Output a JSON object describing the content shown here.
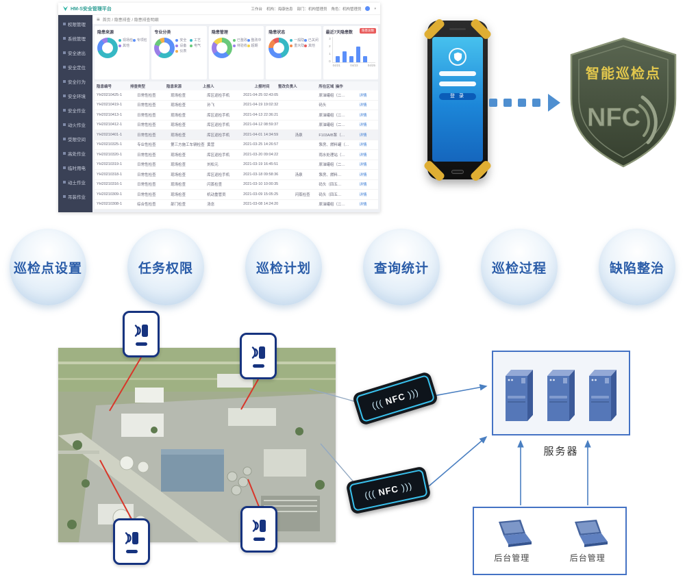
{
  "dashboard": {
    "logo": "HM-S安全管理平台",
    "topbar": {
      "workbench": "工作台",
      "org": "机构：海康信息",
      "dept": "部门：机构管理员",
      "role": "角色：机构管理员"
    },
    "breadcrumb": "首页 / 隐患排查 / 隐患排查明细",
    "sidebar": [
      "权限管理",
      "系统管理",
      "安全进出",
      "安全定位",
      "安全行为",
      "安全环境",
      "安全作业",
      "动火作业",
      "受限空间",
      "高处作业",
      "临时用电",
      "动土作业",
      "吊装作业"
    ],
    "panels": [
      {
        "title": "隐患来源",
        "segments": [
          {
            "label": "现场检查",
            "value": 70,
            "color": "#36b8c4"
          },
          {
            "label": "专项检查",
            "value": 20,
            "color": "#5b8ff9"
          },
          {
            "label": "其他",
            "value": 10,
            "color": "#9a7fe8"
          }
        ]
      },
      {
        "title": "专业分类",
        "segments": [
          {
            "label": "安全",
            "value": 35,
            "color": "#5b8ff9"
          },
          {
            "label": "工艺",
            "value": 25,
            "color": "#36b8c4"
          },
          {
            "label": "设备",
            "value": 20,
            "color": "#9a7fe8"
          },
          {
            "label": "电气",
            "value": 12,
            "color": "#69c87a"
          },
          {
            "label": "仪表",
            "value": 8,
            "color": "#f2b04b"
          }
        ]
      },
      {
        "title": "隐患管理",
        "segments": [
          {
            "label": "已整改",
            "value": 38,
            "color": "#69c87a"
          },
          {
            "label": "整改中",
            "value": 27,
            "color": "#5b8ff9"
          },
          {
            "label": "待验收",
            "value": 20,
            "color": "#9a7fe8"
          },
          {
            "label": "超期",
            "value": 15,
            "color": "#f2d34b"
          }
        ]
      },
      {
        "title": "隐患状态",
        "segments": [
          {
            "label": "一般隐患",
            "value": 45,
            "color": "#36b8c4"
          },
          {
            "label": "已关闭",
            "value": 30,
            "color": "#5b8ff9"
          },
          {
            "label": "重大隐患",
            "value": 15,
            "color": "#f2884b"
          },
          {
            "label": "其他",
            "value": 10,
            "color": "#e85b5b"
          }
        ]
      }
    ],
    "trend": {
      "title": "最近7天隐患数",
      "badge": "隐患总数",
      "bars": [
        1,
        2,
        1,
        3,
        1
      ],
      "x": [
        "04/21",
        "04/23",
        "04/25"
      ],
      "y": [
        "3",
        "2",
        "1",
        "0"
      ]
    },
    "table": {
      "headers": [
        "隐患编号",
        "排查类型",
        "隐患来源",
        "上报人",
        "上报时间",
        "整改负责人",
        "所在区域",
        "操作"
      ],
      "rows": [
        [
          "YH20210425-1",
          "日常性检查",
          "现场检查",
          "库区巡检手机",
          "2021-04-25 02:43:05",
          "",
          "原油罐组（二…",
          "详情"
        ],
        [
          "YH20210419-1",
          "日常性检查",
          "现场检查",
          "孙飞",
          "2021-04-19 19:02:32",
          "",
          "码头",
          "详情"
        ],
        [
          "YH20210413-1",
          "日常性检查",
          "现场检查",
          "库区巡检手机",
          "2021-04-13 22:36:21",
          "",
          "原油罐组（二…",
          "详情"
        ],
        [
          "YH20210412-1",
          "日常性检查",
          "现场检查",
          "库区巡检手机",
          "2021-04-12 08:59:37",
          "",
          "原油罐组（二…",
          "详情"
        ],
        [
          "YH20210401-1",
          "日常性检查",
          "现场检查",
          "库区巡检手机",
          "2021-04-01 14:34:59",
          "汤泉",
          "F103A/B泵（…",
          "详情"
        ],
        [
          "YH20210325-1",
          "专业性检查",
          "第三方施工车辆检查",
          "黄营",
          "2021-03-25 14:26:57",
          "",
          "泵房、燃料罐（…",
          "详情"
        ],
        [
          "YH20210320-1",
          "日常性检查",
          "现场检查",
          "库区巡检手机",
          "2021-03-20 09:04:22",
          "",
          "雨水处理站（…",
          "详情"
        ],
        [
          "YH20210319-1",
          "日常性检查",
          "现场检查",
          "刘松元",
          "2021-03-19 16:45:51",
          "",
          "原油罐组（二…",
          "详情"
        ],
        [
          "YH20210318-1",
          "日常性检查",
          "现场检查",
          "库区巡检手机",
          "2021-03-18 09:58:36",
          "汤泉",
          "泵房、燃料…",
          "详情"
        ],
        [
          "YH20210316-1",
          "日常性检查",
          "现场检查",
          "闪蒸检查",
          "2021-03-10 10:00:35",
          "",
          "码头（四五…",
          "详情"
        ],
        [
          "YH20210309-1",
          "日常性检查",
          "现场检查",
          "机动重管员",
          "2021-03-09 15:05:25",
          "闪蒸检查",
          "码头（四五…",
          "详情"
        ],
        [
          "YH20210308-1",
          "综合性检查",
          "部门检查",
          "汤念",
          "2021-03-08 14:24:20",
          "",
          "原油罐组（二…",
          "详情"
        ]
      ]
    }
  },
  "handheld": {
    "login_button": "登 录"
  },
  "badge": {
    "title": "智能巡检点",
    "logo_text": "NFC"
  },
  "features": [
    "巡检点设置",
    "任务权限",
    "巡检计划",
    "查询统计",
    "巡检过程",
    "缺陷整治"
  ],
  "diagram": {
    "server_label": "服务器",
    "reader_text": "NFC",
    "admin_labels": [
      "后台管理",
      "后台管理"
    ]
  }
}
